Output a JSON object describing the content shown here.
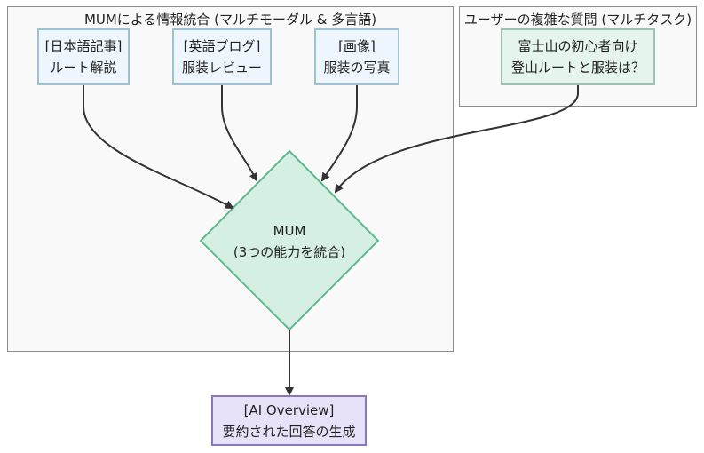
{
  "clusters": {
    "mum": {
      "title": "MUMによる情報統合 (マルチモーダル & 多言語)"
    },
    "query": {
      "title": "ユーザーの複雑な質問 (マルチタスク)"
    }
  },
  "nodes": {
    "jp_article": {
      "line1": "[日本語記事]",
      "line2": "ルート解説"
    },
    "en_blog": {
      "line1": "[英語ブログ]",
      "line2": "服装レビュー"
    },
    "image": {
      "line1": "[画像]",
      "line2": "服装の写真"
    },
    "question": {
      "line1": "富士山の初心者向け",
      "line2": "登山ルートと服装は？"
    },
    "mum": {
      "line1": "MUM",
      "line2": "(3つの能力を統合)"
    },
    "overview": {
      "line1": "[AI Overview]",
      "line2": "要約された回答の生成"
    }
  },
  "colors": {
    "source_fill": "#eef6fd",
    "source_border": "#9cc2d6",
    "mum_fill": "#d5efe2",
    "mum_border": "#5fb88e",
    "overview_fill": "#e7e2f8",
    "overview_border": "#8a76c2",
    "edge": "#333333"
  }
}
